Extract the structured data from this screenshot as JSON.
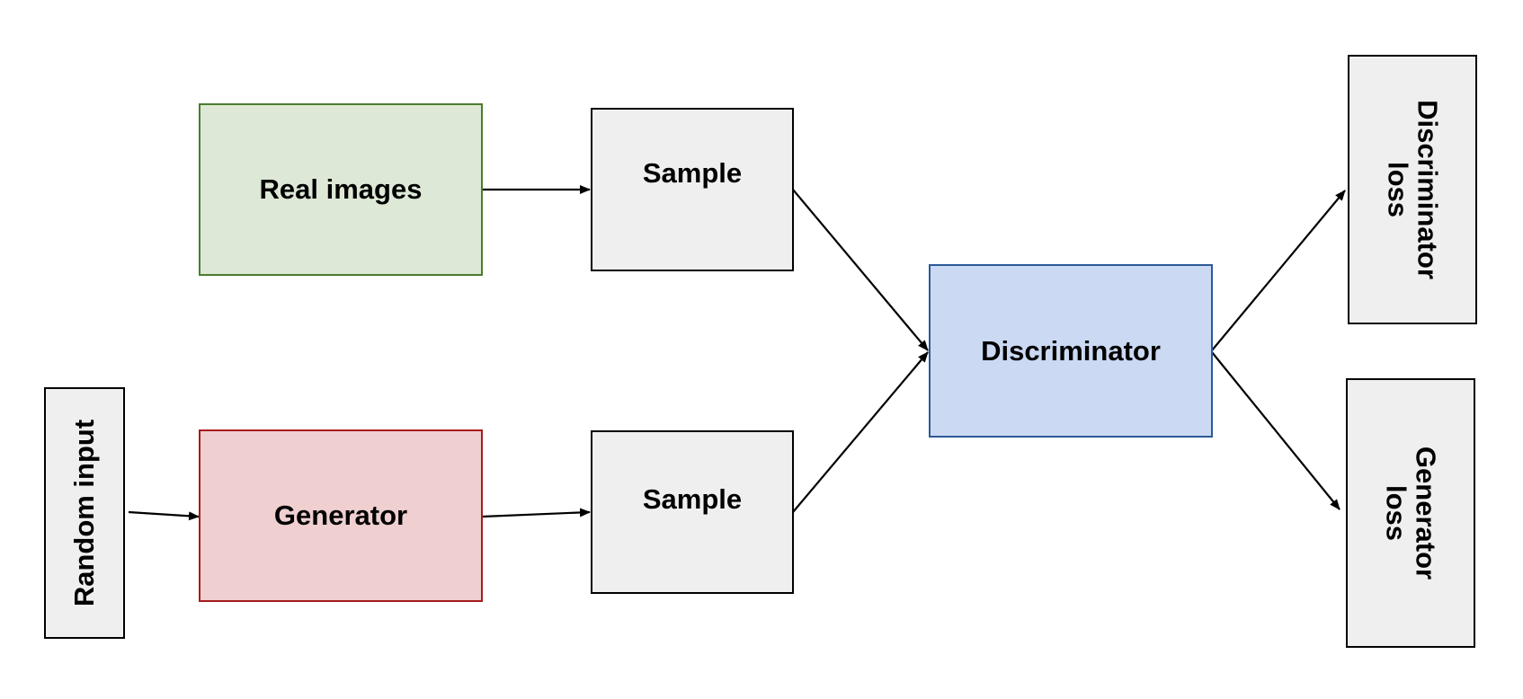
{
  "nodes": {
    "real_images": "Real images",
    "sample_top": "Sample",
    "random_input": "Random input",
    "generator": "Generator",
    "sample_bottom": "Sample",
    "discriminator": "Discriminator",
    "discriminator_loss": {
      "line1": "Discriminator",
      "line2": "loss"
    },
    "generator_loss": {
      "line1": "Generator",
      "line2": "loss"
    }
  },
  "colors": {
    "real_images_fill": "#dde9d6",
    "real_images_border": "#4a7d2c",
    "generator_fill": "#efcfcf",
    "generator_border": "#a61c1c",
    "discriminator_fill": "#cbd9f3",
    "discriminator_border": "#2c5a97",
    "neutral_fill": "#efefef",
    "neutral_border": "#000000"
  }
}
